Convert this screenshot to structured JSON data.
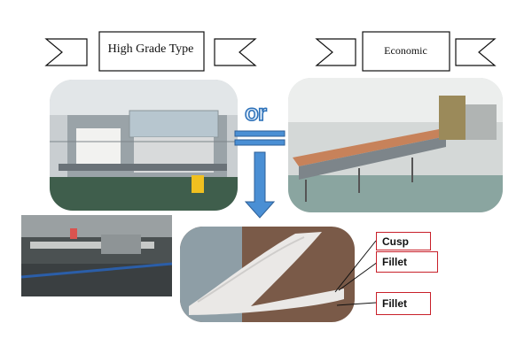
{
  "banners": {
    "left": {
      "label": "High Grade Type"
    },
    "right": {
      "label": "Economic"
    }
  },
  "connector": {
    "text": "or",
    "color": "#4a8fd4"
  },
  "callouts": {
    "cusp": "Cusp",
    "fillet_top": "Fillet",
    "fillet_bottom": "Fillet"
  },
  "colors": {
    "callout_border": "#c8202a",
    "arrow_fill": "#4a8fd4"
  }
}
